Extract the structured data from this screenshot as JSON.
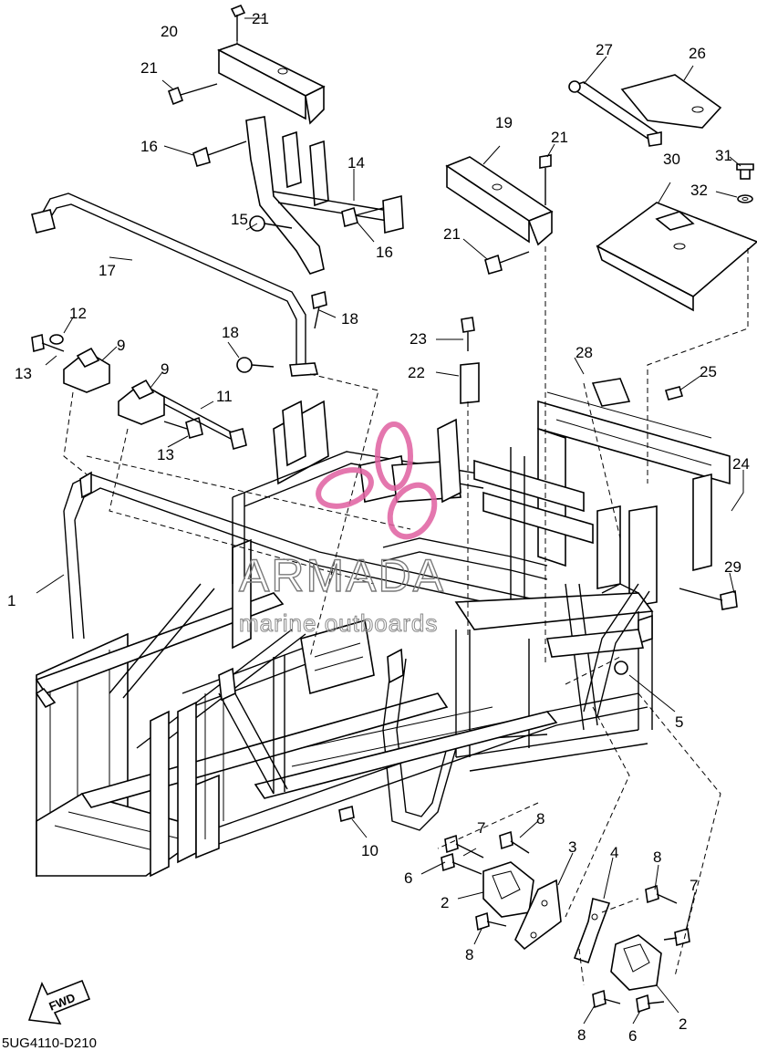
{
  "diagram_code": "5UG4110-D210",
  "fwd_label": "FWD",
  "watermark": {
    "brand": "ARMADA",
    "tagline": "marine outboards",
    "logo_color": "#e060a0"
  },
  "callouts": [
    {
      "id": "c1",
      "text": "1"
    },
    {
      "id": "c2a",
      "text": "2"
    },
    {
      "id": "c2b",
      "text": "2"
    },
    {
      "id": "c3",
      "text": "3"
    },
    {
      "id": "c4",
      "text": "4"
    },
    {
      "id": "c5",
      "text": "5"
    },
    {
      "id": "c6a",
      "text": "6"
    },
    {
      "id": "c6b",
      "text": "6"
    },
    {
      "id": "c7a",
      "text": "7"
    },
    {
      "id": "c7b",
      "text": "7"
    },
    {
      "id": "c8a",
      "text": "8"
    },
    {
      "id": "c8b",
      "text": "8"
    },
    {
      "id": "c8c",
      "text": "8"
    },
    {
      "id": "c8d",
      "text": "8"
    },
    {
      "id": "c9a",
      "text": "9"
    },
    {
      "id": "c9b",
      "text": "9"
    },
    {
      "id": "c10",
      "text": "10"
    },
    {
      "id": "c11",
      "text": "11"
    },
    {
      "id": "c12",
      "text": "12"
    },
    {
      "id": "c13a",
      "text": "13"
    },
    {
      "id": "c13b",
      "text": "13"
    },
    {
      "id": "c14",
      "text": "14"
    },
    {
      "id": "c15",
      "text": "15"
    },
    {
      "id": "c16a",
      "text": "16"
    },
    {
      "id": "c16b",
      "text": "16"
    },
    {
      "id": "c17",
      "text": "17"
    },
    {
      "id": "c18a",
      "text": "18"
    },
    {
      "id": "c18b",
      "text": "18"
    },
    {
      "id": "c19",
      "text": "19"
    },
    {
      "id": "c20",
      "text": "20"
    },
    {
      "id": "c21a",
      "text": "21"
    },
    {
      "id": "c21b",
      "text": "21"
    },
    {
      "id": "c21c",
      "text": "21"
    },
    {
      "id": "c21d",
      "text": "21"
    },
    {
      "id": "c22",
      "text": "22"
    },
    {
      "id": "c23",
      "text": "23"
    },
    {
      "id": "c24",
      "text": "24"
    },
    {
      "id": "c25",
      "text": "25"
    },
    {
      "id": "c26",
      "text": "26"
    },
    {
      "id": "c27",
      "text": "27"
    },
    {
      "id": "c28",
      "text": "28"
    },
    {
      "id": "c29",
      "text": "29"
    },
    {
      "id": "c30",
      "text": "30"
    },
    {
      "id": "c31",
      "text": "31"
    },
    {
      "id": "c32",
      "text": "32"
    }
  ]
}
